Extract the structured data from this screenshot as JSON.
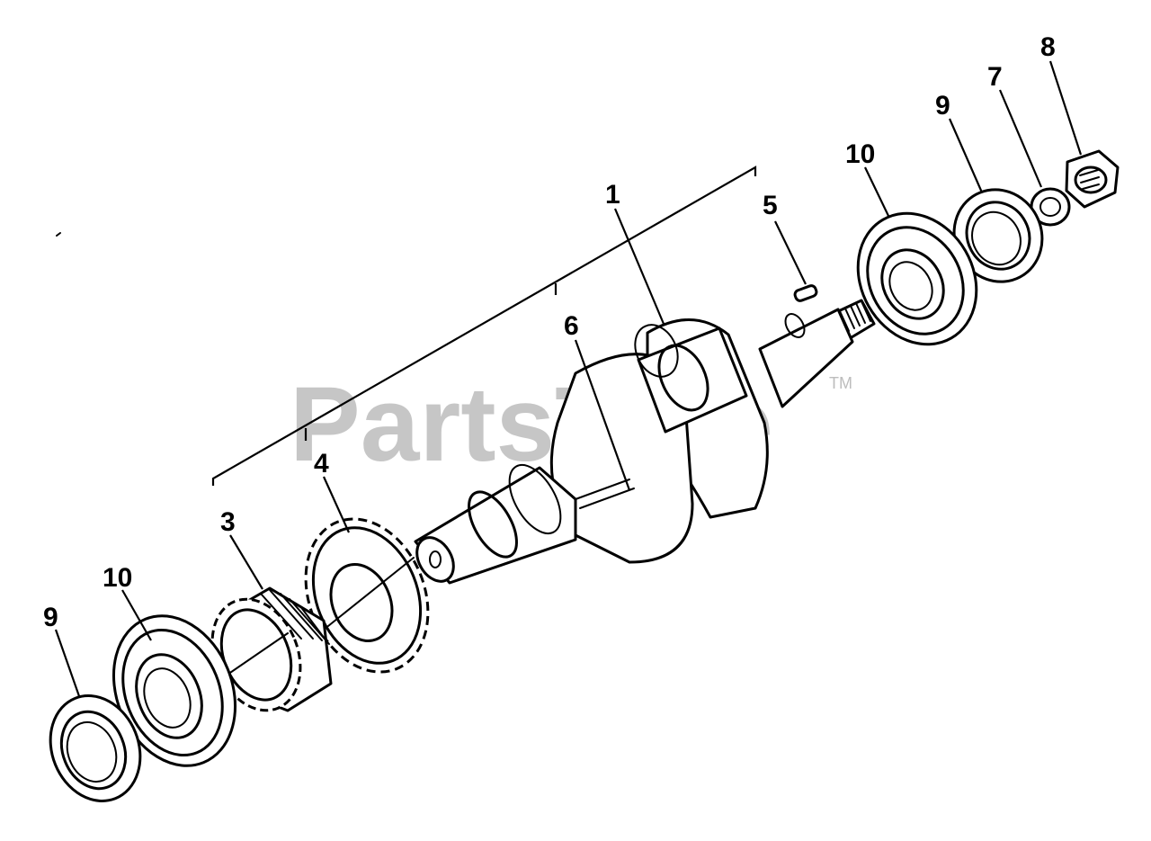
{
  "watermark": {
    "brand": "PartsTree",
    "trademark": "TM"
  },
  "callouts": {
    "c1": "1",
    "c3": "3",
    "c4": "4",
    "c5": "5",
    "c6": "6",
    "c7": "7",
    "c8": "8",
    "c9_right": "9",
    "c10_right": "10",
    "c9_left": "9",
    "c10_left": "10"
  }
}
